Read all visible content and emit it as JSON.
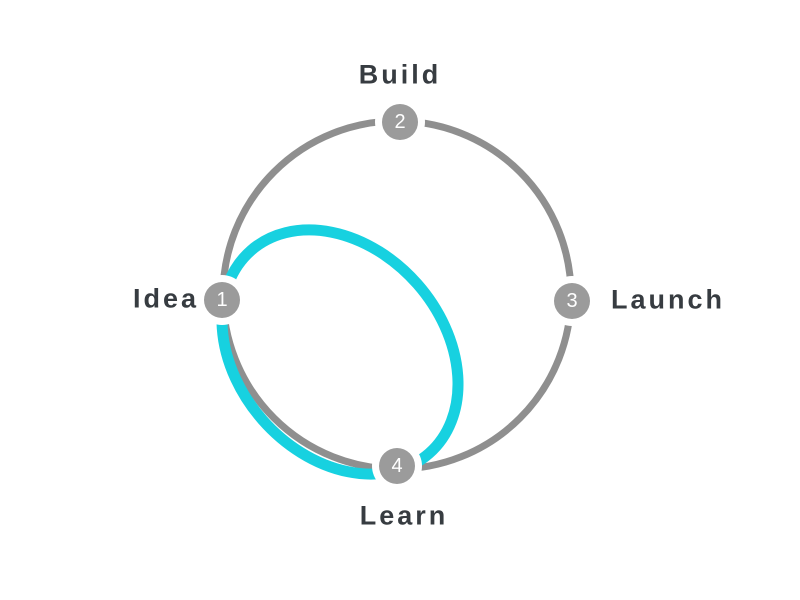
{
  "diagram": {
    "type": "cycle-process-diagram",
    "steps": [
      {
        "number": "1",
        "label": "Idea"
      },
      {
        "number": "2",
        "label": "Build"
      },
      {
        "number": "3",
        "label": "Launch"
      },
      {
        "number": "4",
        "label": "Learn"
      }
    ],
    "loop_note": "cyan inner loop connects step 1 (Idea) and step 4 (Learn)",
    "colors": {
      "loop": "#17d1e0",
      "cycle": "#8f8f8f",
      "node_fill": "#9b9b9b",
      "node_ring": "#ffffff",
      "label_text": "#373c41",
      "number_text": "#ffffff",
      "bg": "#ffffff"
    }
  }
}
